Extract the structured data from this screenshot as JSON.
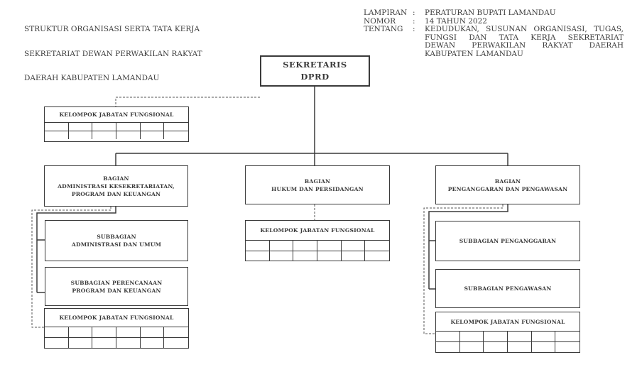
{
  "header": {
    "left_lines": [
      "STRUKTUR ORGANISASI SERTA TATA KERJA",
      "SEKRETARIAT DEWAN PERWAKILAN RAKYAT",
      "DAERAH KABUPATEN LAMANDAU"
    ],
    "lampiran": {
      "label": "LAMPIRAN",
      "colon": ":",
      "value": "PERATURAN BUPATI LAMANDAU"
    },
    "nomor": {
      "label": "NOMOR",
      "colon": ":",
      "value": "14 TAHUN 2022"
    },
    "tentang": {
      "label": "TENTANG",
      "colon": ":",
      "lines": [
        "KEDUDUKAN, SUSUNAN ORGANISASI, TUGAS,",
        "FUNGSI DAN TATA KERJA SEKRETARIAT",
        "DEWAN PERWAKILAN RAKYAT DAERAH",
        "KABUPATEN LAMANDAU"
      ]
    }
  },
  "chart": {
    "sekretaris": {
      "line1": "SEKRETARIS",
      "line2": "DPRD"
    },
    "kjf_top": "KELOMPOK JABATAN FUNGSIONAL",
    "bagian_administrasi": {
      "line1": "BAGIAN",
      "line2": "ADMINISTRASI KESEKRETARIATAN,",
      "line3": "PROGRAM DAN KEUANGAN"
    },
    "bagian_hukum": {
      "line1": "BAGIAN",
      "line2": "HUKUM DAN PERSIDANGAN"
    },
    "bagian_penganggaran": {
      "line1": "BAGIAN",
      "line2": "PENGANGGARAN DAN PENGAWASAN"
    },
    "subbagian_umum": {
      "line1": "SUBBAGIAN",
      "line2": "ADMINISTRASI DAN UMUM"
    },
    "subbagian_perencanaan": {
      "line1": "SUBBAGIAN PERENCANAAN",
      "line2": "PROGRAM DAN KEUANGAN"
    },
    "kjf_left": "KELOMPOK JABATAN FUNGSIONAL",
    "kjf_center": "KELOMPOK JABATAN FUNGSIONAL",
    "subbagian_penganggaran": "SUBBAGIAN PENGANGGARAN",
    "subbagian_pengawasan": "SUBBAGIAN PENGAWASAN",
    "kjf_right": "KELOMPOK JABATAN FUNGSIONAL"
  }
}
